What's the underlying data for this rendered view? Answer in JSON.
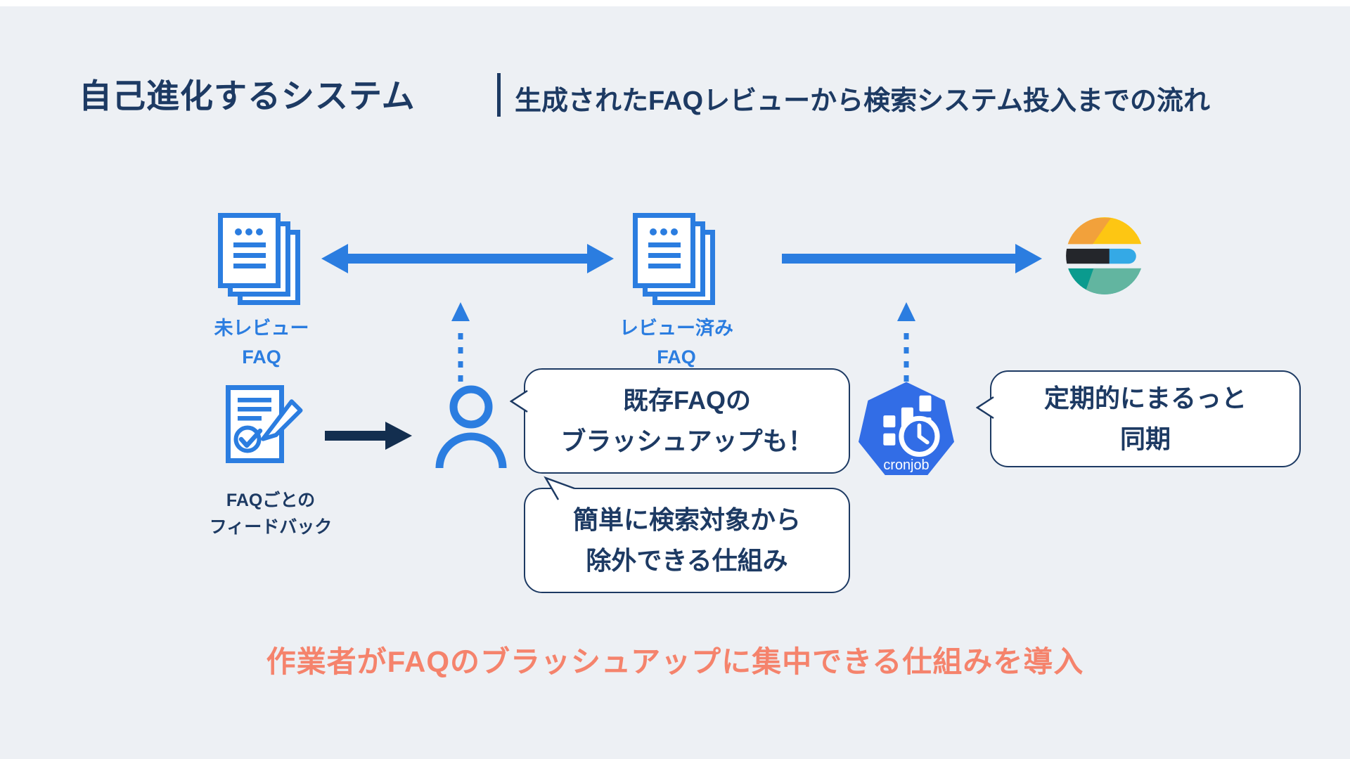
{
  "slide": {
    "background": "#edf0f4",
    "top_strip_color": "#ffffff"
  },
  "header": {
    "title": "自己進化するシステム",
    "subtitle": "生成されたFAQレビューから検索システム投入までの流れ"
  },
  "nodes": {
    "unreviewed_faq": {
      "icon": "document-stack-icon",
      "label_line1": "未レビュー",
      "label_line2": "FAQ"
    },
    "reviewed_faq": {
      "icon": "document-stack-icon",
      "label_line1": "レビュー済み",
      "label_line2": "FAQ"
    },
    "feedback": {
      "icon": "document-check-pencil-icon",
      "label_line1": "FAQごとの",
      "label_line2": "フィードバック"
    },
    "worker": {
      "icon": "person-icon"
    },
    "cronjob": {
      "icon": "kubernetes-cronjob-icon",
      "label": "cronjob"
    },
    "elasticsearch": {
      "icon": "elasticsearch-logo"
    }
  },
  "bubbles": {
    "brushup": {
      "line1": "既存FAQの",
      "line2": "ブラッシュアップも！"
    },
    "exclude": {
      "line1": "簡単に検索対象から",
      "line2": "除外できる仕組み"
    },
    "sync": {
      "line1": "定期的にまるっと",
      "line2": "同期"
    }
  },
  "footer": {
    "message": "作業者がFAQのブラッシュアップに集中できる仕組みを導入"
  },
  "colors": {
    "navy": "#1d3a63",
    "blue": "#2b7de0",
    "dark_arrow": "#132e4f",
    "orange_text": "#f5836c",
    "kubernetes_blue": "#326de6",
    "elastic_yellow": "#fdc613",
    "elastic_orange": "#f2a13b",
    "elastic_black": "#24262b",
    "elastic_blue": "#34a9e6",
    "elastic_teal_dark": "#0a9b8e",
    "elastic_teal_light": "#62b5a0"
  }
}
